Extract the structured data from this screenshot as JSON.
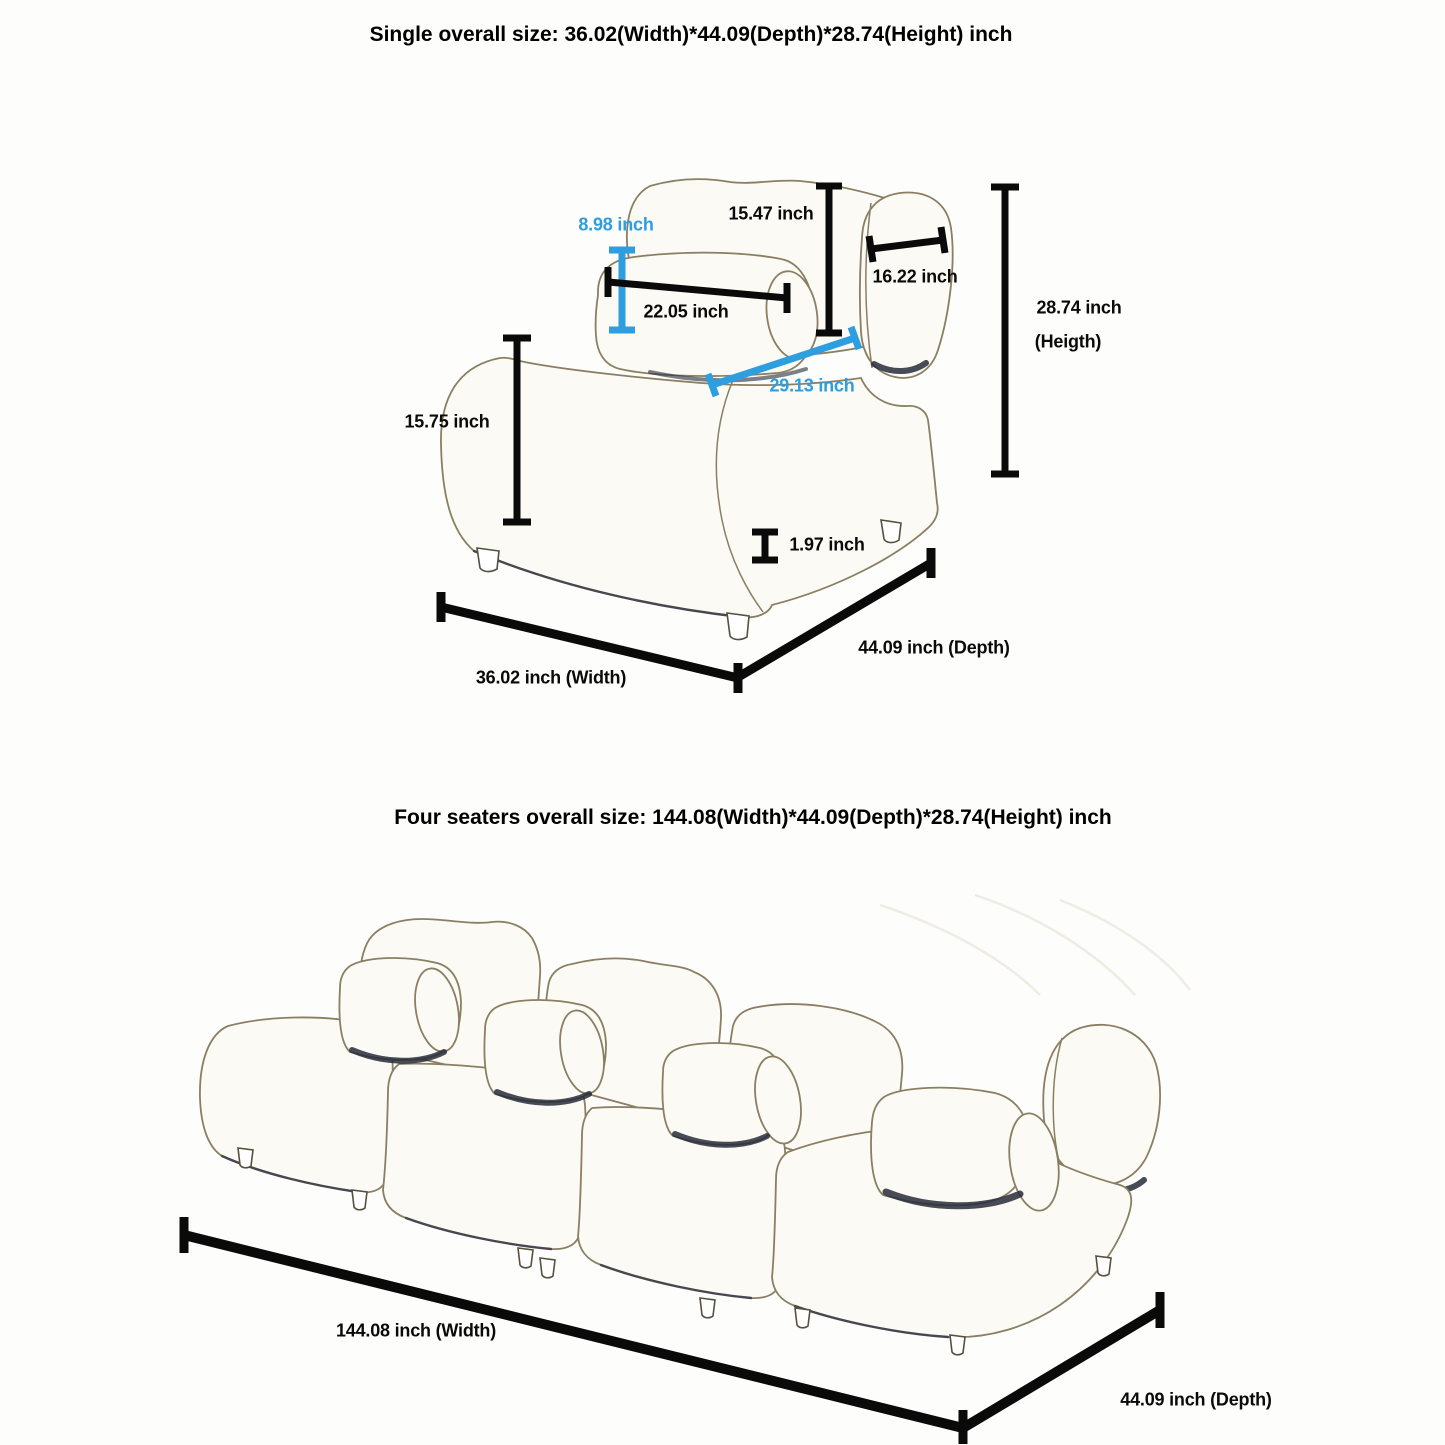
{
  "colors": {
    "dimension_black": "#0a0a0a",
    "dimension_blue": "#2d9edf",
    "sketch_outline": "#8a7f63",
    "sketch_fill": "#fbfaf4",
    "shadow_navy": "#272c38",
    "page_bg": "#fdfdfb"
  },
  "single": {
    "title": "Single overall size: 36.02(Width)*44.09(Depth)*28.74(Height) inch",
    "dims": {
      "back_height": "15.47 inch",
      "bolster_diameter": "8.98 inch",
      "bolster_length": "22.05 inch",
      "back_width": "16.22 inch",
      "overall_height_value": "28.74 inch",
      "overall_height_qualifier": "(Heigth)",
      "seat_diagonal": "29.13 inch",
      "seat_height": "15.75 inch",
      "leg_height": "1.97 inch",
      "width_label": "36.02 inch (Width)",
      "depth_label": "44.09 inch (Depth)"
    }
  },
  "four": {
    "title": "Four seaters overall size: 144.08(Width)*44.09(Depth)*28.74(Height) inch",
    "dims": {
      "width_label": "144.08 inch (Width)",
      "depth_label": "44.09 inch (Depth)"
    }
  }
}
